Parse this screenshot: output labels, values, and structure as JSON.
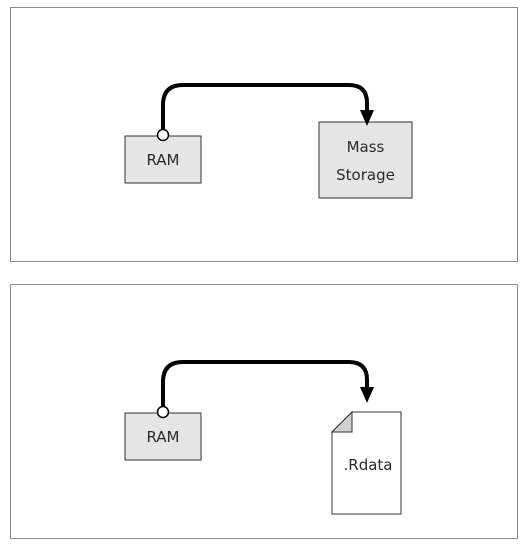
{
  "panels": [
    {
      "source": {
        "label": "RAM"
      },
      "target": {
        "kind": "box",
        "label_lines": [
          "Mass",
          "Storage"
        ]
      }
    },
    {
      "source": {
        "label": "RAM"
      },
      "target": {
        "kind": "file",
        "label_lines": [
          ".Rdata"
        ]
      }
    }
  ],
  "colors": {
    "box_fill": "#e6e6e6",
    "box_stroke": "#333333",
    "arrow": "#000000",
    "panel_border": "#8a8a8a",
    "file_fold": "#cfcfcf"
  }
}
